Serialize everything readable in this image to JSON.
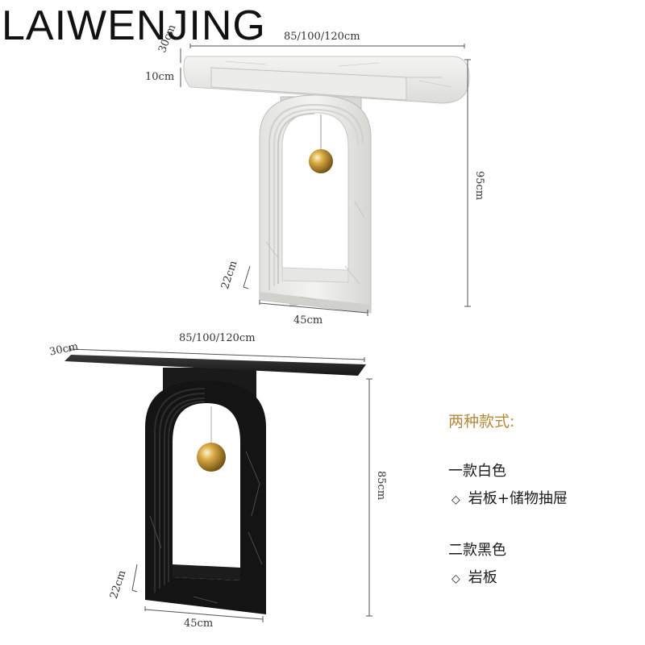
{
  "brand": "LAIWENJING",
  "dimensions": {
    "white_width": "85/100/120cm",
    "white_depth": "30cm",
    "white_drawer": "10cm",
    "white_height": "95cm",
    "white_base_depth": "22cm",
    "white_base_width": "45cm",
    "black_width": "85/100/120cm",
    "black_depth": "30cm",
    "black_height": "85cm",
    "black_base_depth": "22cm",
    "black_base_width": "45cm"
  },
  "legend": {
    "title": "两种款式:",
    "style1_name": "一款白色",
    "style1_marker": "◇",
    "style1_desc": "岩板+储物抽屉",
    "style2_name": "二款黑色",
    "style2_marker": "◇",
    "style2_desc": "岩板"
  },
  "colors": {
    "white_stone": "#e9e9e7",
    "black_stone": "#151515",
    "gold_ball": "#c99a33",
    "accent_title": "#b58a3c"
  }
}
